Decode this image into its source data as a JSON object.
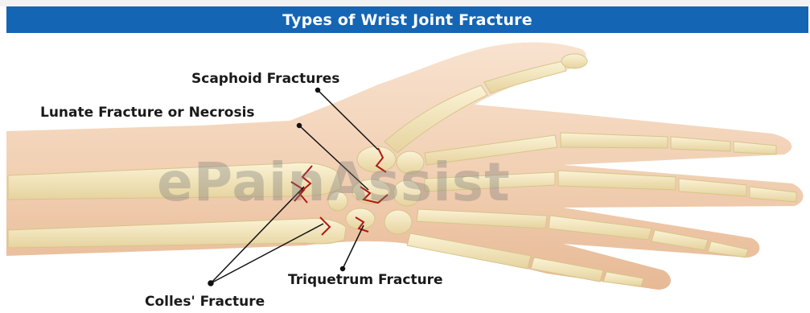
{
  "header": {
    "title": "Types of Wrist Joint Fracture"
  },
  "labels": {
    "scaphoid": "Scaphoid Fractures",
    "lunate": "Lunate Fracture or Necrosis",
    "colles": "Colles' Fracture",
    "triquetrum": "Triquetrum Fracture"
  },
  "watermark": "ePainAssist",
  "colors": {
    "title_bar": "#1565b5",
    "skin": "#f3d3b8",
    "bone": "#f0e3b6",
    "fracture": "#b01818"
  }
}
